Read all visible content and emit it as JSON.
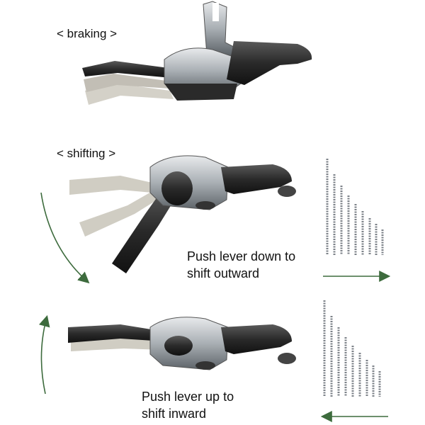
{
  "sections": {
    "braking": {
      "label": "< braking >"
    },
    "shifting": {
      "label": "< shifting >"
    }
  },
  "steps": {
    "down": {
      "line1": "Push lever down to",
      "line2": "shift outward"
    },
    "up": {
      "line1": "Push lever up to",
      "line2": "shift inward"
    }
  },
  "colors": {
    "arrow": "#3d6b3d",
    "lever_dark": "#1f1f1f",
    "lever_ghost": "#c9c6bd",
    "body_light": "#cfd3d6",
    "body_mid": "#8a9096",
    "cog": "#7c8288"
  }
}
